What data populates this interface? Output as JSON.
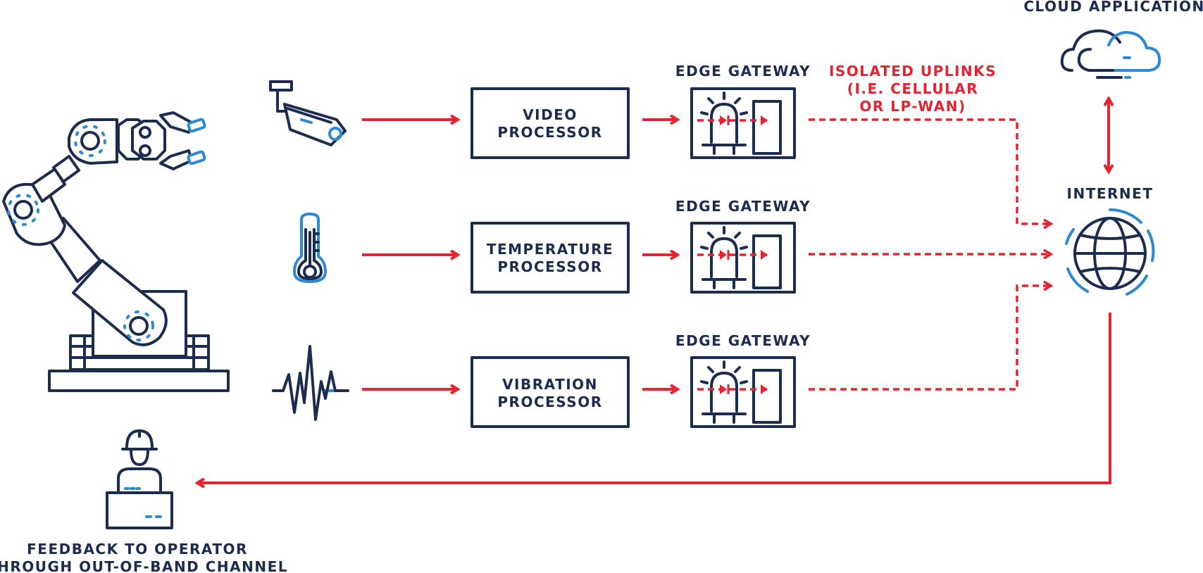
{
  "diagram": {
    "cloud_label": "CLOUD APPLICATIONS",
    "internet_label": "INTERNET",
    "uplinks_label": [
      "ISOLATED UPLINKS",
      "(I.E. CELLULAR",
      "OR LP-WAN)"
    ],
    "operator_label": [
      "FEEDBACK TO OPERATOR",
      "THROUGH OUT-OF-BAND CHANNEL"
    ],
    "processors": [
      {
        "line1": "VIDEO",
        "line2": "PROCESSOR"
      },
      {
        "line1": "TEMPERATURE",
        "line2": "PROCESSOR"
      },
      {
        "line1": "VIBRATION",
        "line2": "PROCESSOR"
      }
    ],
    "gateways": [
      {
        "label": "EDGE GATEWAY"
      },
      {
        "label": "EDGE GATEWAY"
      },
      {
        "label": "EDGE GATEWAY"
      }
    ],
    "sensor_icons": [
      "security-camera-icon",
      "thermometer-icon",
      "vibration-waveform-icon"
    ],
    "colors": {
      "navy": "#1c2c4f",
      "red": "#e52331",
      "blue": "#2d8ad2"
    }
  }
}
